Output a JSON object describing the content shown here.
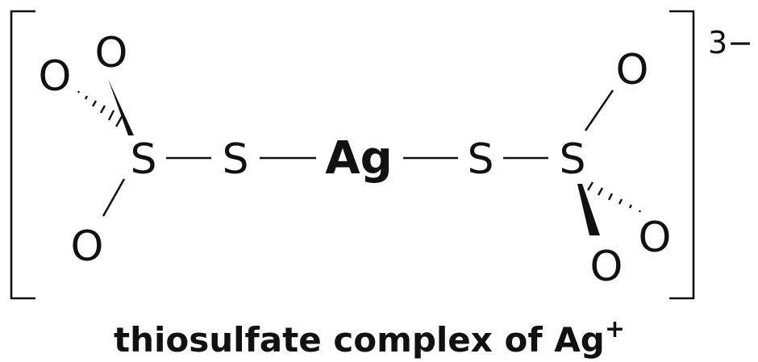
{
  "molecule": {
    "left_sulfonyl": {
      "atom_S": "S",
      "atom_O_top": "O",
      "atom_O_left": "O",
      "atom_O_bottom": "O"
    },
    "left_bridge_S": "S",
    "center_metal": "Ag",
    "right_bridge_S": "S",
    "right_sulfonyl": {
      "atom_S": "S",
      "atom_O_top": "O",
      "atom_O_right": "O",
      "atom_O_bottom": "O"
    },
    "charge": "3−"
  },
  "caption": {
    "text": "thiosulfate complex of Ag",
    "superscript": "+"
  }
}
